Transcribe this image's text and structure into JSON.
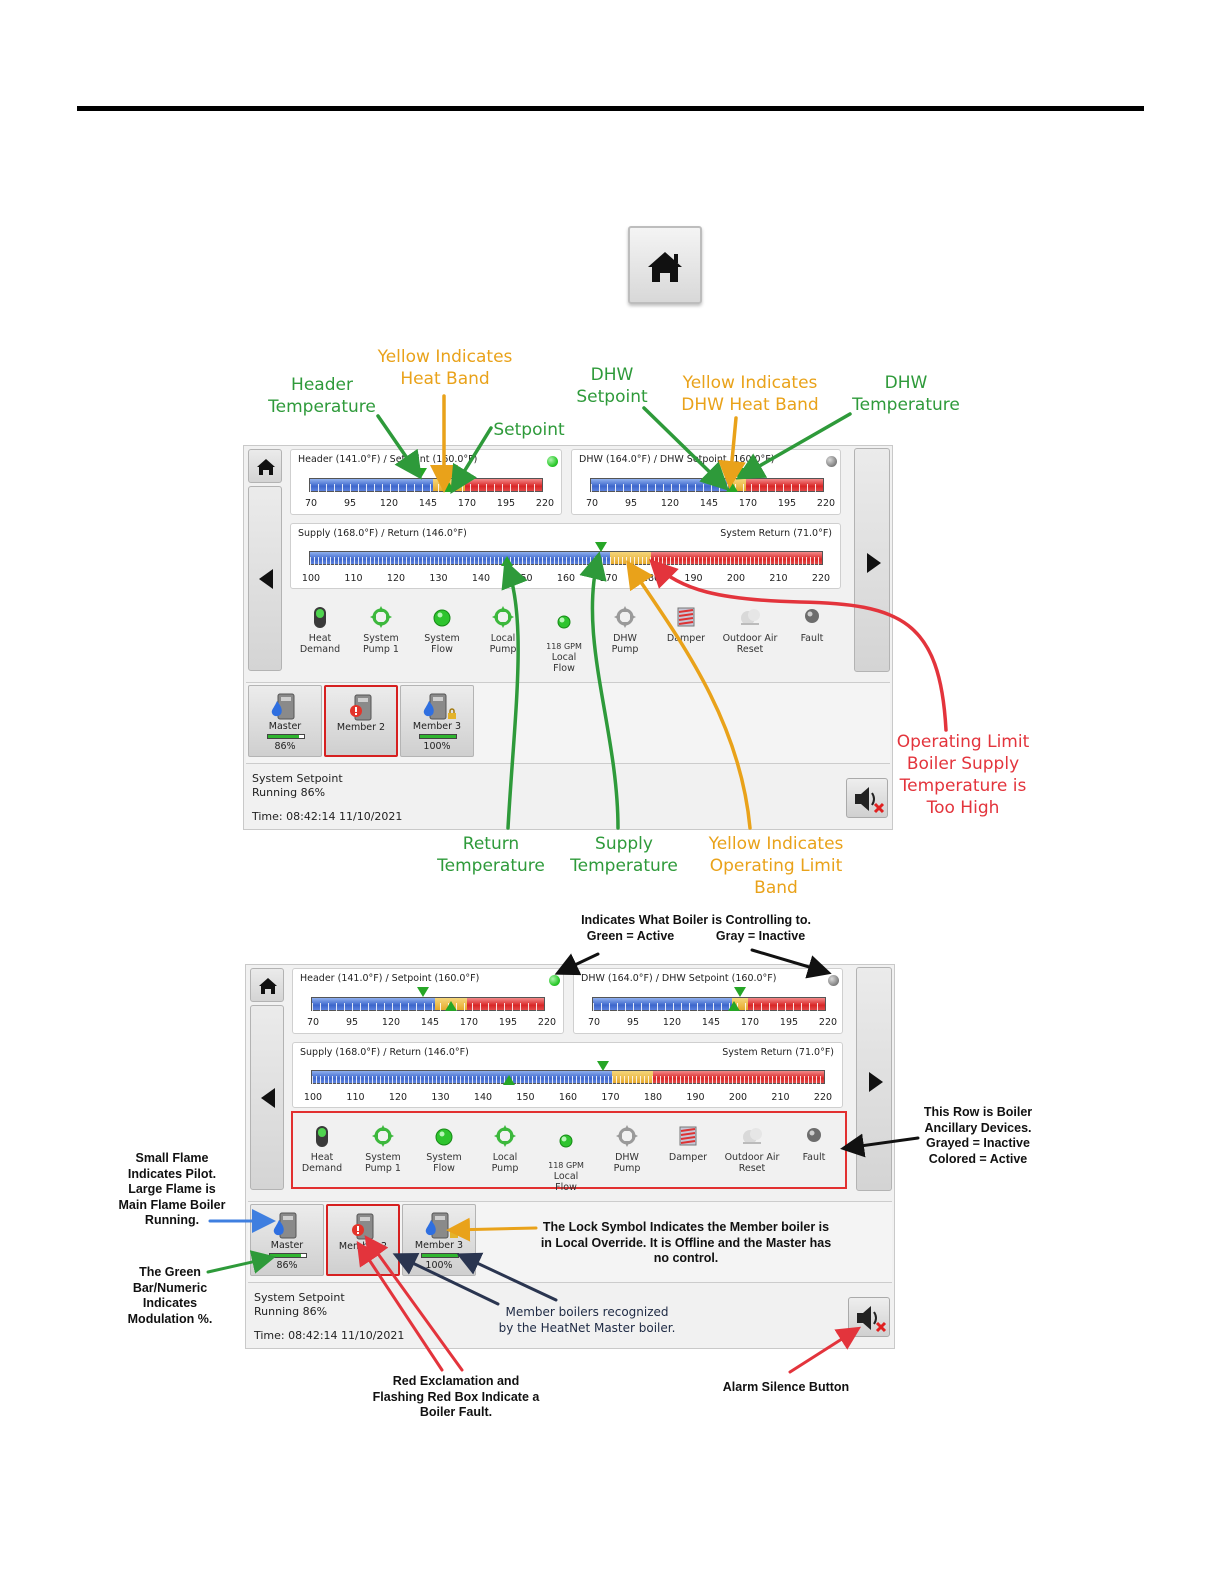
{
  "home_icon": "home-icon",
  "panel": {
    "header_label": "Header (141.0°F) / Setpoint (160.0°F)",
    "header_ticks": [
      "70",
      "95",
      "120",
      "145",
      "170",
      "195",
      "220"
    ],
    "dhw_label": "DHW (164.0°F) / DHW Setpoint (160.0°F)",
    "dhw_ticks": [
      "70",
      "95",
      "120",
      "145",
      "170",
      "195",
      "220"
    ],
    "supply_label": "Supply (168.0°F) / Return (146.0°F)",
    "system_return_label": "System Return (71.0°F)",
    "supply_ticks": [
      "100",
      "110",
      "120",
      "130",
      "140",
      "150",
      "160",
      "170",
      "180",
      "190",
      "200",
      "210",
      "220"
    ],
    "header_indicator_color": "#2ecc2e",
    "dhw_indicator_color": "#8a8a8a",
    "devices": [
      {
        "label1": "Heat",
        "label2": "Demand",
        "label3": "",
        "icon": "heat-demand-icon"
      },
      {
        "label1": "System",
        "label2": "Pump 1",
        "label3": "",
        "icon": "pump-icon"
      },
      {
        "label1": "System",
        "label2": "Flow",
        "label3": "",
        "icon": "flow-led-icon"
      },
      {
        "label1": "Local",
        "label2": "Pump",
        "label3": "",
        "icon": "pump-icon"
      },
      {
        "label1": "118 GPM",
        "label2": "Local",
        "label3": "Flow",
        "icon": "flow-led-icon"
      },
      {
        "label1": "DHW",
        "label2": "Pump",
        "label3": "",
        "icon": "pump-icon"
      },
      {
        "label1": "Damper",
        "label2": "",
        "label3": "",
        "icon": "damper-icon"
      },
      {
        "label1": "Outdoor Air",
        "label2": "Reset",
        "label3": "",
        "icon": "outdoor-air-icon"
      },
      {
        "label1": "Fault",
        "label2": "",
        "label3": "",
        "icon": "fault-led-icon"
      }
    ],
    "boilers": [
      {
        "name": "Master",
        "pct": "86%",
        "modulation": 0.86
      },
      {
        "name": "Member 2",
        "pct": "",
        "modulation": 0
      },
      {
        "name": "Member 3",
        "pct": "100%",
        "modulation": 1.0
      }
    ],
    "status_line1": "System Setpoint",
    "status_line2": "Running 86%",
    "time": "Time: 08:42:14 11/10/2021"
  },
  "annotations_top": {
    "header_temp": [
      "Header",
      "Temperature"
    ],
    "heat_band": [
      "Yellow Indicates",
      "Heat Band"
    ],
    "setpoint": [
      "Setpoint"
    ],
    "dhw_setpoint": [
      "DHW",
      "Setpoint"
    ],
    "dhw_heat_band": [
      "Yellow Indicates",
      "DHW Heat Band"
    ],
    "dhw_temp": [
      "DHW",
      "Temperature"
    ],
    "return_temp": [
      "Return",
      "Temperature"
    ],
    "supply_temp": [
      "Supply",
      "Temperature"
    ],
    "op_limit_band": [
      "Yellow Indicates",
      "Operating Limit",
      "Band"
    ],
    "op_limit_high": [
      "Operating Limit",
      "Boiler Supply",
      "Temperature is",
      "Too High"
    ]
  },
  "annotations_bottom": {
    "controlling": [
      "Indicates What Boiler is Controlling to.",
      "Green = Active            Gray = Inactive"
    ],
    "ancillary": [
      "This Row is Boiler",
      "Ancillary Devices.",
      "Grayed = Inactive",
      "Colored = Active"
    ],
    "flame": [
      "Small Flame",
      "Indicates Pilot.",
      "Large Flame is",
      "Main Flame Boiler",
      "Running."
    ],
    "green_bar": [
      "The Green",
      "Bar/Numeric",
      "Indicates",
      "Modulation %."
    ],
    "lock": [
      "The Lock Symbol Indicates the Member boiler is",
      "in Local Override. It is Offline and the Master has",
      "no control."
    ],
    "members": [
      "Member boilers recognized",
      "by the HeatNet Master boiler."
    ],
    "fault": [
      "Red Exclamation and",
      "Flashing Red Box Indicate a",
      "Boiler Fault."
    ],
    "alarm": [
      "Alarm Silence Button"
    ]
  }
}
